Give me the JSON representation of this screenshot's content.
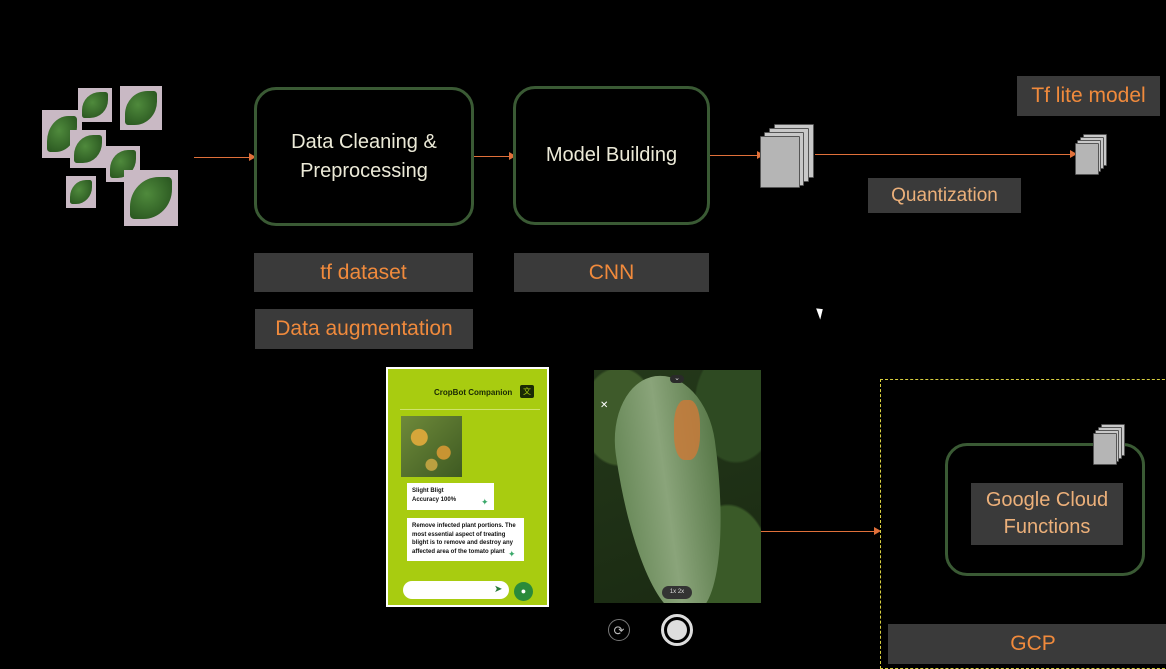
{
  "stages": {
    "cleaning": {
      "label_line1": "Data Cleaning &",
      "label_line2": "Preprocessing"
    },
    "model": {
      "label": "Model Building"
    }
  },
  "tags": {
    "tf_dataset": "tf dataset",
    "augmentation": "Data augmentation",
    "cnn": "CNN",
    "quantization": "Quantization",
    "tflite": "Tf lite model"
  },
  "app": {
    "title": "CropBot Companion",
    "translate_icon": "translate-icon",
    "result_line1": "Slight Bligt",
    "result_line2": "Accuracy  100%",
    "advice": "Remove infected plant portions. The most essential aspect of treating blight is to remove and destroy any affected area of the tomato plant",
    "input_placeholder": "",
    "send_icon": "send-icon",
    "mic_icon": "mic-icon"
  },
  "camera": {
    "close_glyph": "✕",
    "chevron_glyph": "⌄",
    "zoom_text": "1x  2x",
    "rotate_glyph": "⟳"
  },
  "gcp": {
    "functions_line1": "Google Cloud",
    "functions_line2": "Functions",
    "region_label": "GCP"
  },
  "colors": {
    "accent_orange": "#f08a3c",
    "box_border_green": "#3a5a34",
    "app_green": "#a8cc10",
    "gcp_dash": "#d8d040"
  }
}
